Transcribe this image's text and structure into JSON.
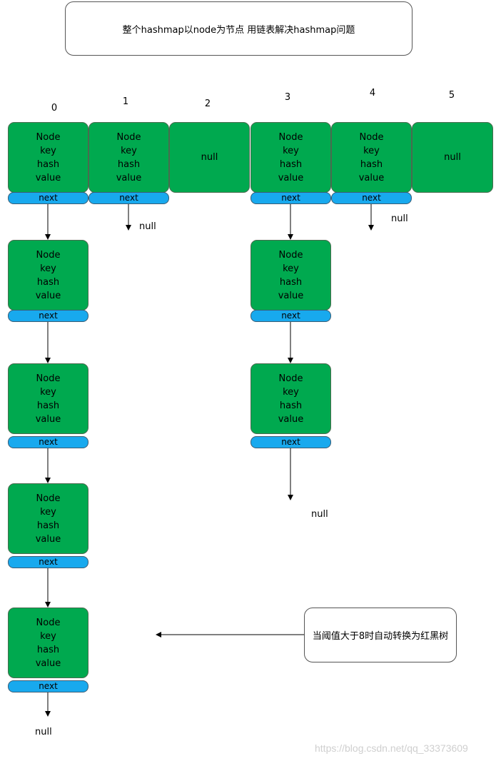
{
  "title_box": "整个hashmap以node为节点 用链表解决hashmap问题",
  "indices": [
    "0",
    "1",
    "2",
    "3",
    "4",
    "5"
  ],
  "node_fields": [
    "Node",
    "key",
    "hash",
    "value"
  ],
  "next_label": "next",
  "null_label": "null",
  "note_box": "当阈值大于8时自动转换为红黑树",
  "watermark": "https://blog.csdn.net/qq_33373609",
  "colors": {
    "node": "#00a94f",
    "next": "#18a9ee",
    "border": "#555555"
  }
}
